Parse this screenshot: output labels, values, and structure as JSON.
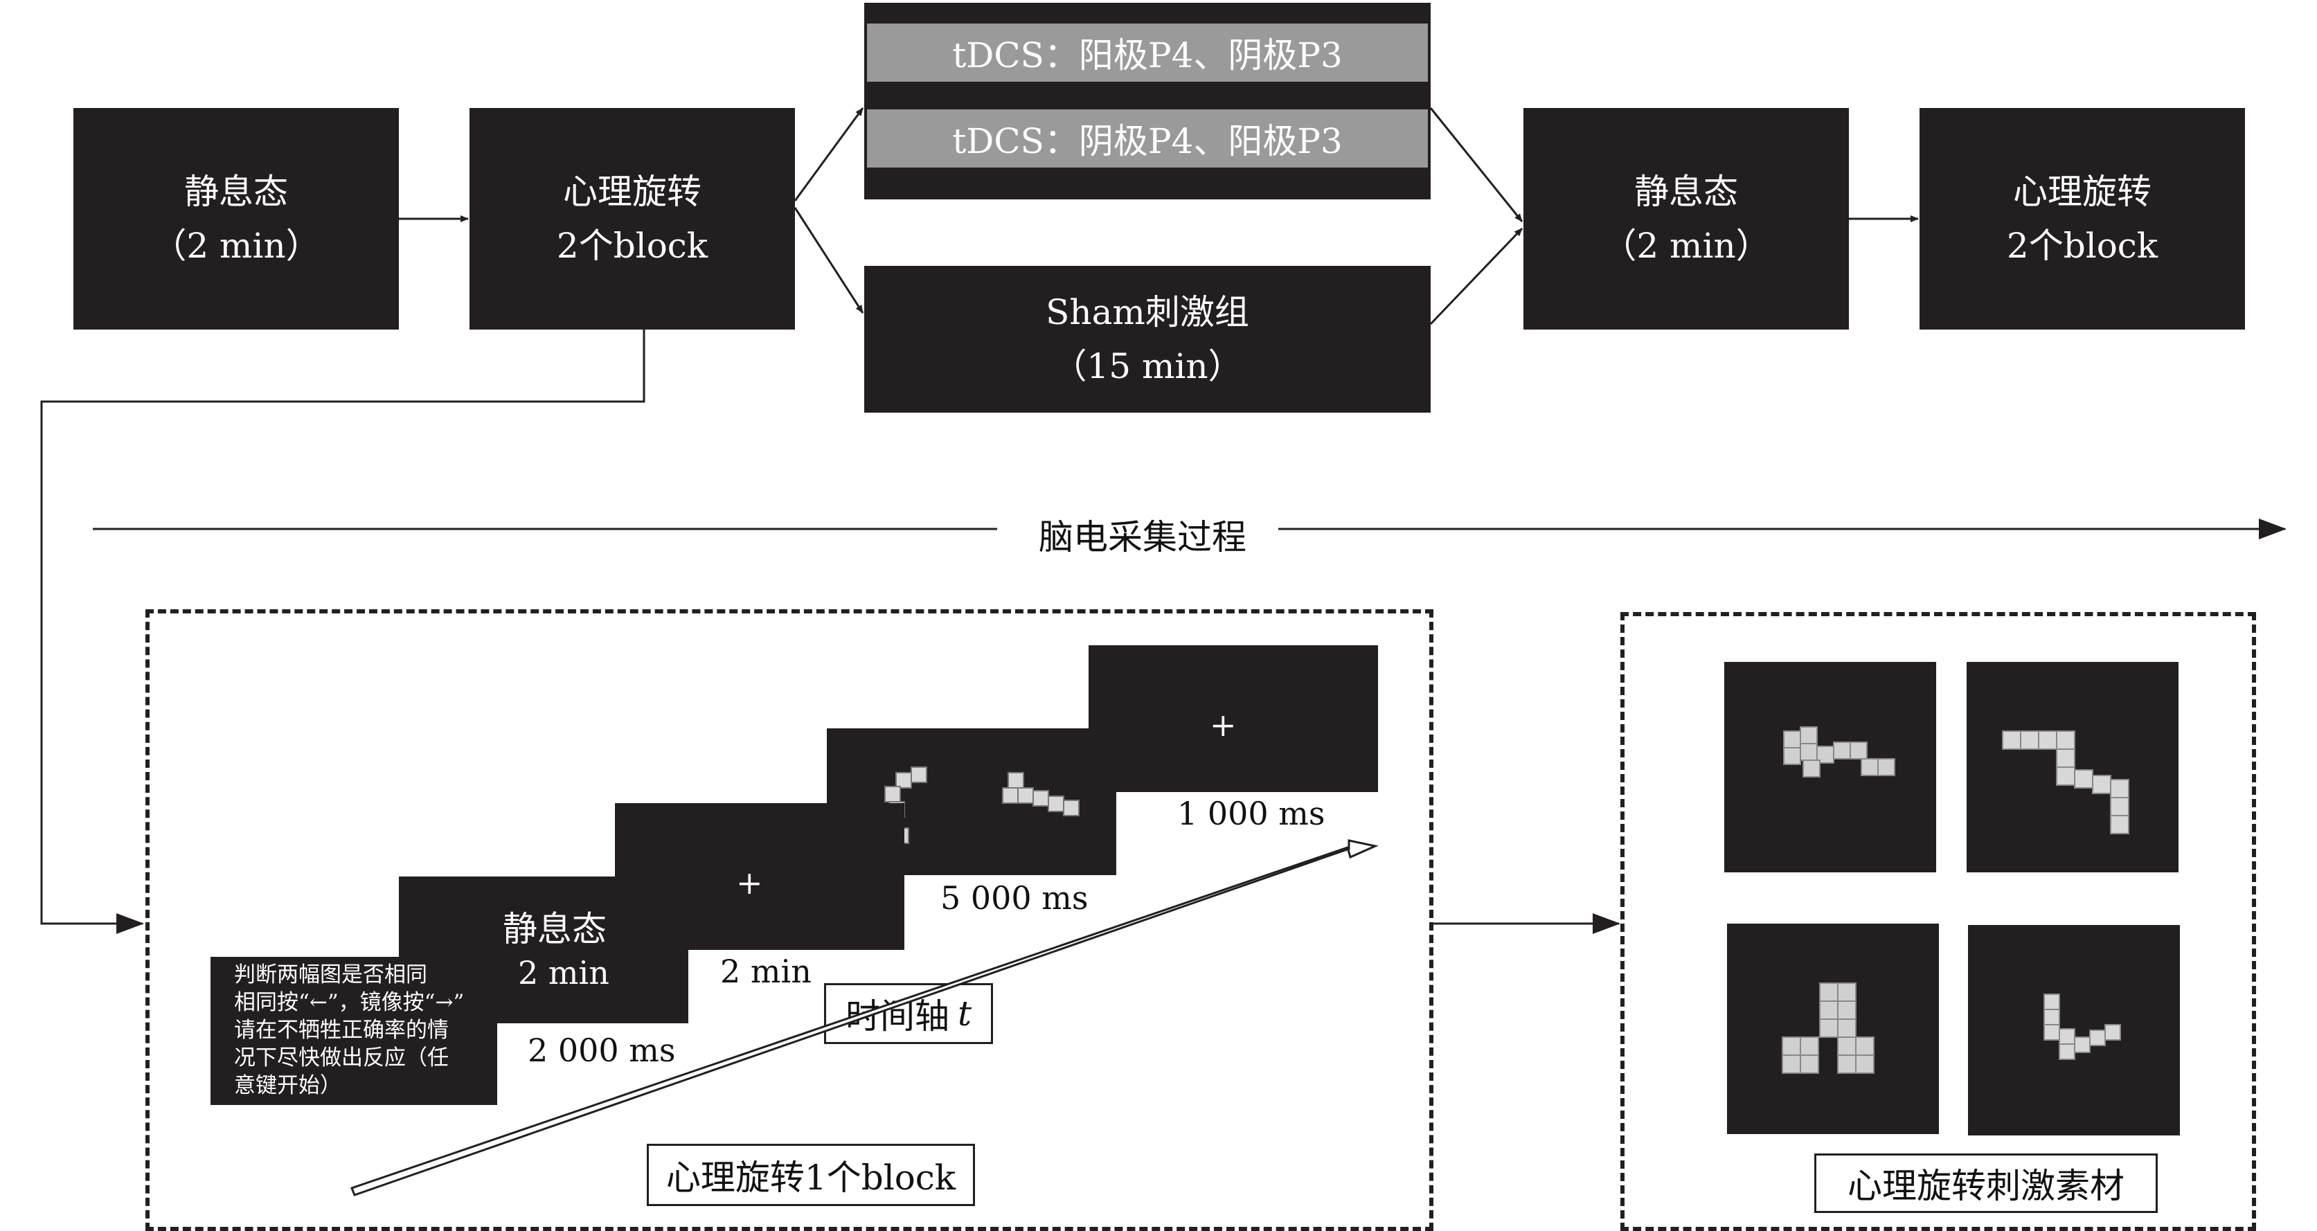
{
  "flow": {
    "rest1": {
      "line1": "静息态",
      "line2": "（2 min）"
    },
    "mr1": {
      "line1": "心理旋转",
      "line2": "2个block"
    },
    "tdcs_a": "tDCS：阳极P4、阴极P3",
    "tdcs_b": "tDCS：阴极P4、阳极P3",
    "sham": {
      "line1": "Sham刺激组",
      "line2": "（15 min）"
    },
    "rest2": {
      "line1": "静息态",
      "line2": "（2 min）"
    },
    "mr2": {
      "line1": "心理旋转",
      "line2": "2个block"
    }
  },
  "eeg_label": "脑电采集过程",
  "trial": {
    "instruction": [
      "判断两幅图是否相同",
      "相同按“←”，镜像按“→”",
      "请在不牺牲正确率的情",
      "况下尽快做出反应（任",
      "意键开始）"
    ],
    "rest_screen": {
      "line1": "静息态",
      "line2": "2 min"
    },
    "fixation": "+",
    "dur_instruction": "2 000 ms",
    "dur_fixation": "2 min",
    "dur_stimulus": "5 000 ms",
    "dur_fixation2": "1 000 ms",
    "time_axis": "时间轴",
    "time_axis_var": "t",
    "block_label": "心理旋转1个block"
  },
  "materials_label": "心理旋转刺激素材"
}
